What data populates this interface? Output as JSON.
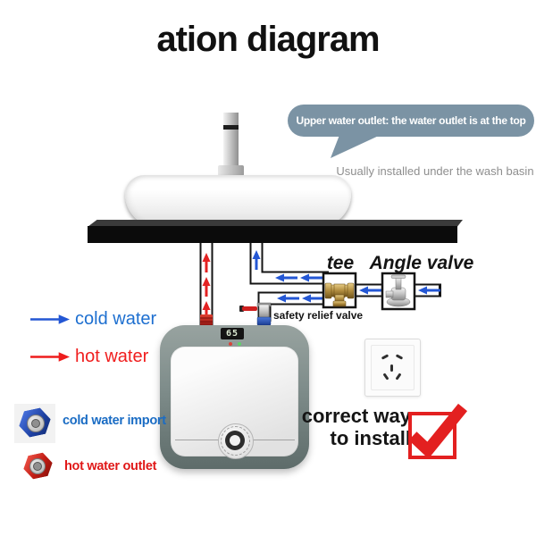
{
  "title": "ation diagram",
  "callout": {
    "bubble_text": "Upper water outlet: the water outlet is at the top",
    "subtext": "Usually installed under the wash basin"
  },
  "pipe_labels": {
    "tee": "tee",
    "angle_valve": "Angle valve",
    "safety_relief_valve": "safety relief valve"
  },
  "legend": {
    "cold_label": "cold water",
    "hot_label": "hot water"
  },
  "heater": {
    "display_value": "65"
  },
  "ports": {
    "cold_import_label": "cold water import",
    "hot_outlet_label": "hot water outlet"
  },
  "install_note": {
    "line1": "correct way",
    "line2": "to install"
  },
  "icons": {
    "checkmark": "✓",
    "cold_flow_arrow": "blue-arrow",
    "hot_flow_arrow": "red-arrow"
  },
  "colors": {
    "cold_blue": "#2457d4",
    "hot_red": "#e32222",
    "bubble_slate": "#7b93a4",
    "countertop_black": "#0b0b0b",
    "heater_frame_gray_green": "#7e8c8a",
    "brass": "#b08c3e",
    "check_red": "#e32020"
  }
}
